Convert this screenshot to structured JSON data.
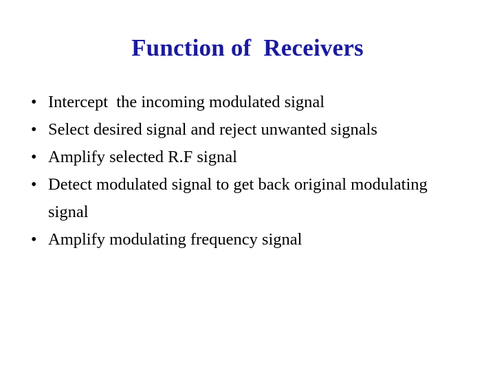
{
  "slide": {
    "title": "Function of  Receivers",
    "title_color": "#1a1a9e",
    "body_color": "#000000",
    "background_color": "#ffffff",
    "bullet_glyph": "•",
    "bullets": [
      {
        "text": "Intercept  the incoming modulated signal"
      },
      {
        "text": "Select desired signal and reject unwanted signals"
      },
      {
        "text": "Amplify selected R.F signal"
      },
      {
        "text": "Detect modulated signal to get back original modulating signal"
      },
      {
        "text": "Amplify modulating frequency signal"
      }
    ]
  }
}
